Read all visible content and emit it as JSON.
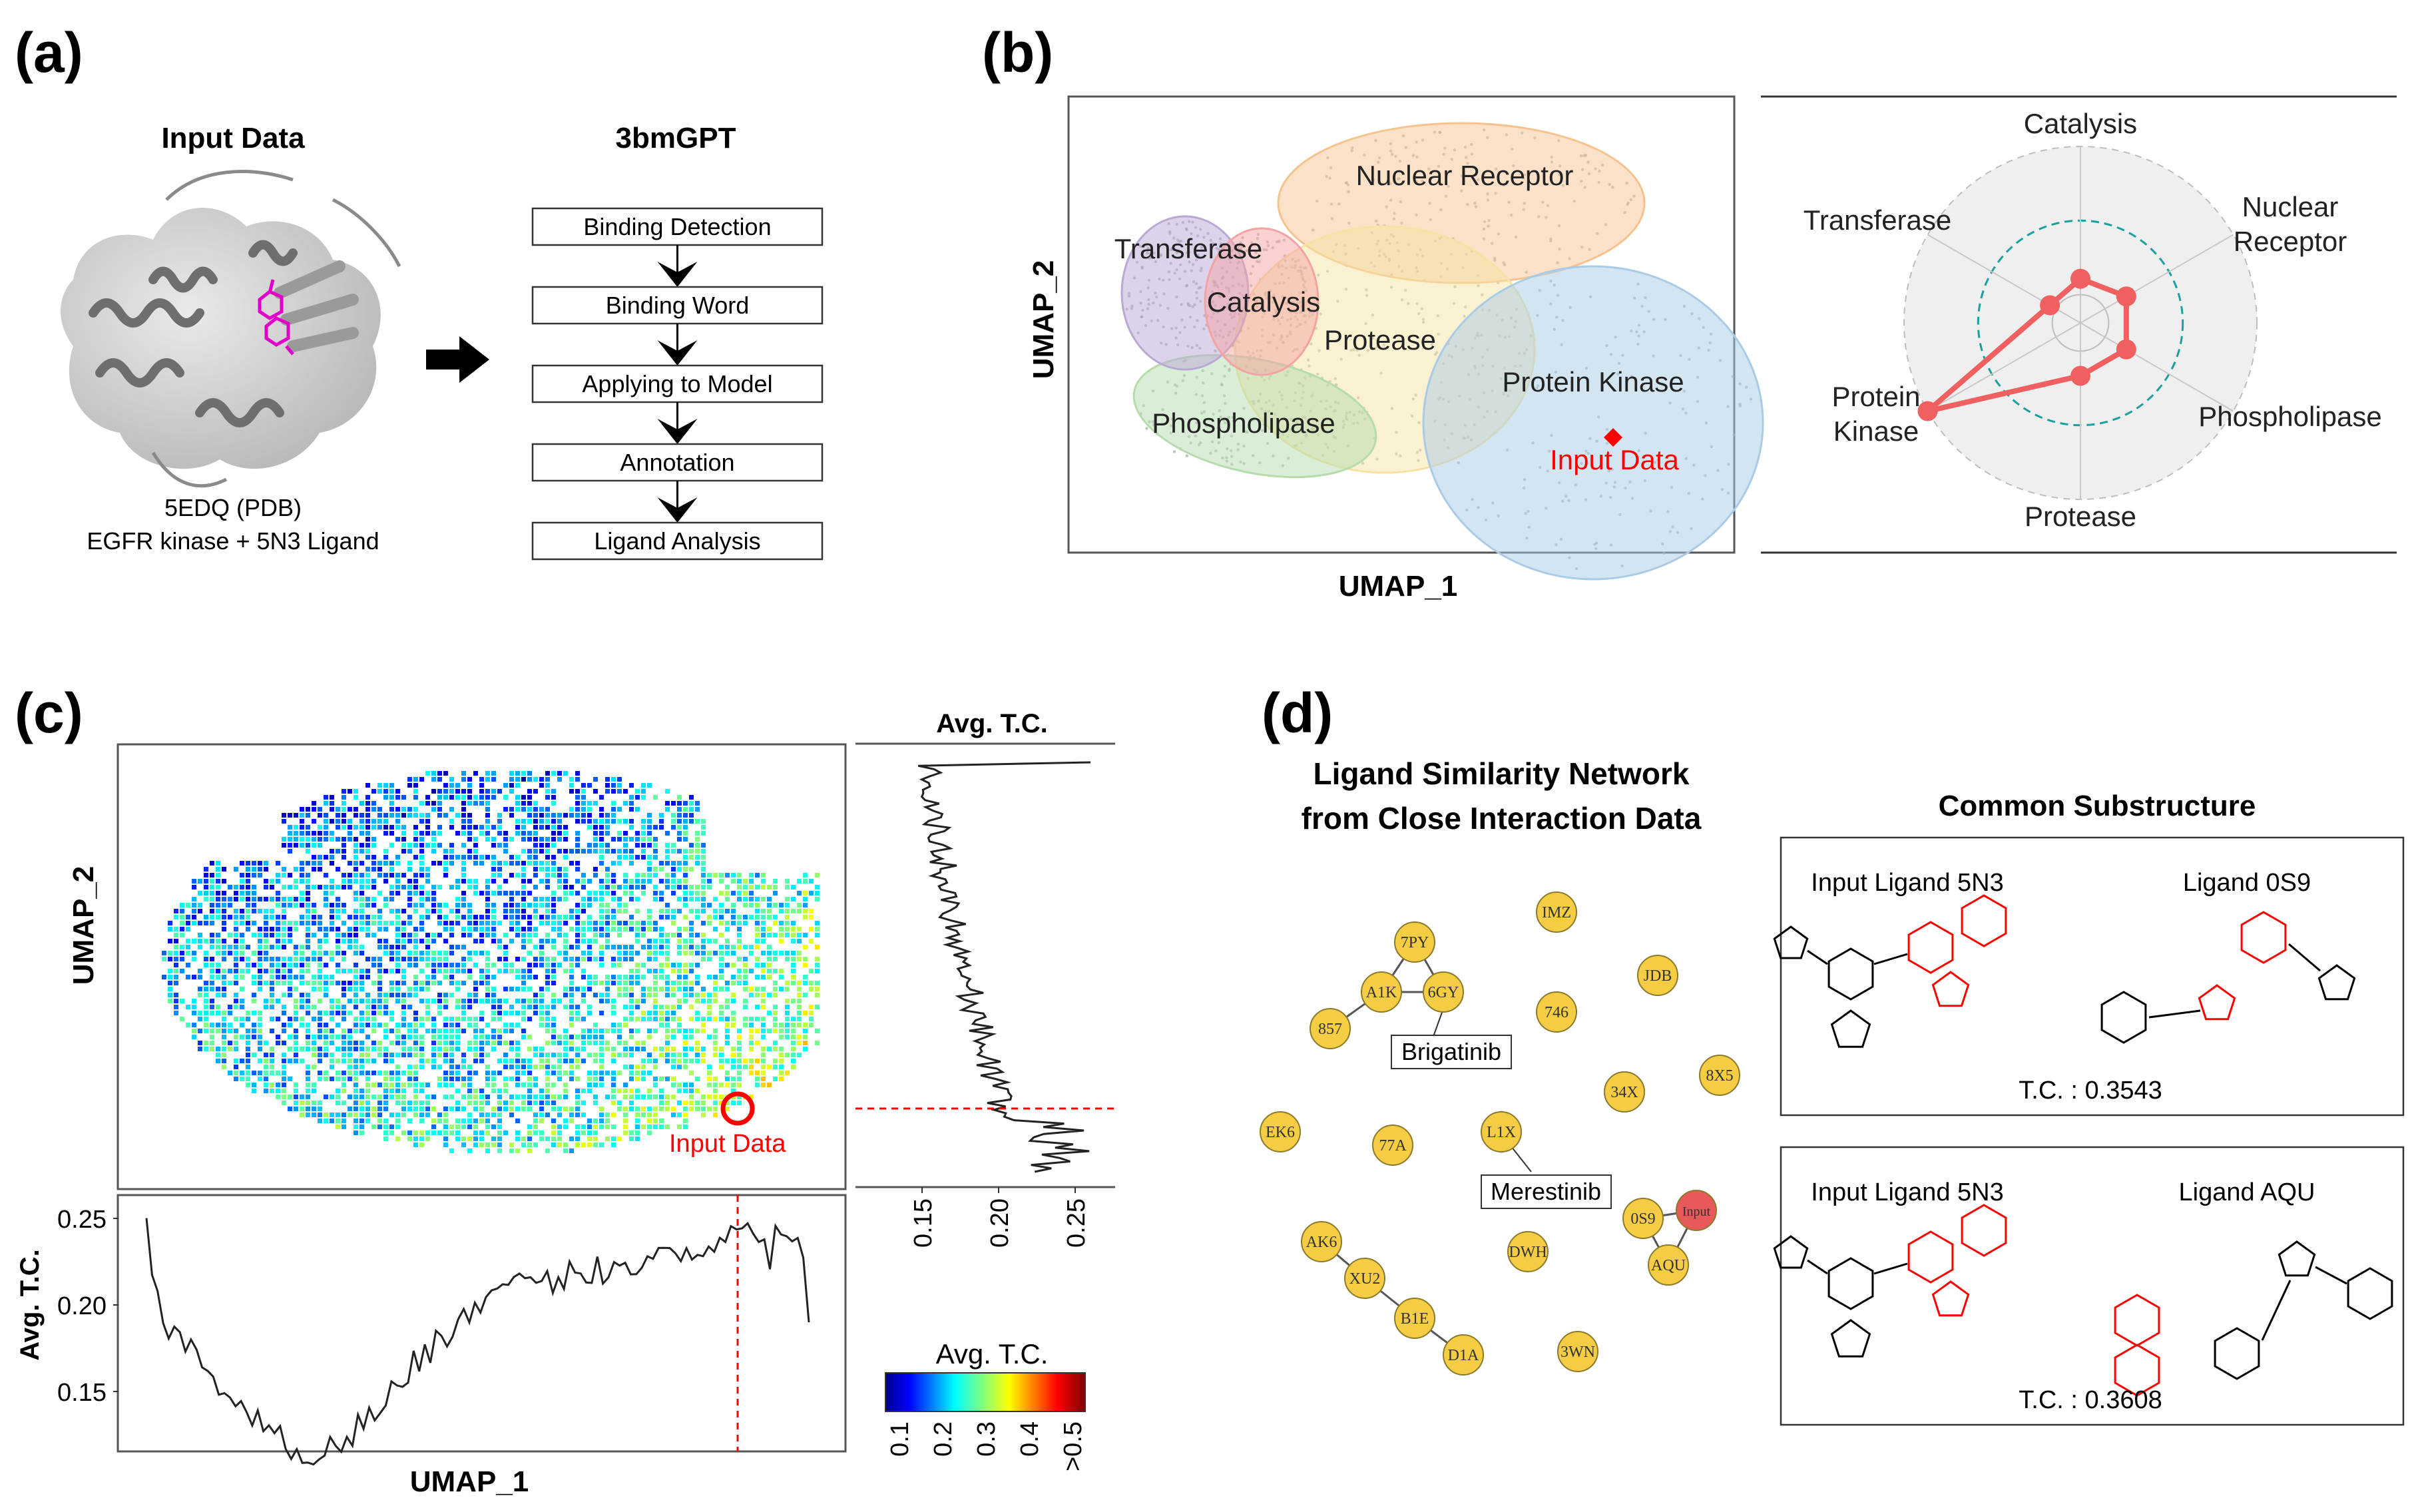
{
  "panels": {
    "a": "(a)",
    "b": "(b)",
    "c": "(c)",
    "d": "(d)"
  },
  "a": {
    "input_title": "Input Data",
    "pdb_line1": "5EDQ (PDB)",
    "pdb_line2": "EGFR kinase + 5N3 Ligand",
    "model_title": "3bmGPT",
    "steps": [
      "Binding Detection",
      "Binding Word",
      "Applying to Model",
      "Annotation",
      "Ligand Analysis"
    ]
  },
  "b": {
    "xlabel": "UMAP_1",
    "ylabel": "UMAP_2",
    "clusters": [
      {
        "name": "Nuclear Receptor",
        "color": "#f6c38f"
      },
      {
        "name": "Transferase",
        "color": "#b9a8d6"
      },
      {
        "name": "Catalysis",
        "color": "#f3a3a3"
      },
      {
        "name": "Protease",
        "color": "#f6e3a3"
      },
      {
        "name": "Protein Kinase",
        "color": "#a9cbe6"
      },
      {
        "name": "Phospholipase",
        "color": "#b6dcae"
      }
    ],
    "input_label": "Input Data",
    "input_color": "#ff0000",
    "radar": {
      "axes": [
        "Catalysis",
        "Nuclear Receptor",
        "Phospholipase",
        "Protease",
        "Protein Kinase",
        "Transferase"
      ],
      "values": [
        0.25,
        0.3,
        0.3,
        0.3,
        1.0,
        0.2
      ],
      "line_color": "#f06060"
    }
  },
  "c": {
    "xlabel": "UMAP_1",
    "ylabel": "UMAP_2",
    "input_label": "Input Data",
    "side_title": "Avg. T.C.",
    "bottom_ylabel": "Avg. T.C.",
    "bottom_yticks": [
      "0.25",
      "0.20",
      "0.15"
    ],
    "side_xticks": [
      "0.15",
      "0.20",
      "0.25"
    ],
    "colorbar_title": "Avg. T.C.",
    "colorbar_ticks": [
      "0.1",
      "0.2",
      "0.3",
      "0.4",
      ">0.5"
    ]
  },
  "d": {
    "network_title_line1": "Ligand Similarity Network",
    "network_title_line2": "from Close Interaction Data",
    "nodes": [
      "7PY",
      "A1K",
      "6GY",
      "857",
      "IMZ",
      "JDB",
      "746",
      "8X5",
      "34X",
      "EK6",
      "77A",
      "L1X",
      "0S9",
      "Input",
      "AQU",
      "AK6",
      "XU2",
      "B1E",
      "D1A",
      "DWH",
      "3WN"
    ],
    "callouts": [
      "Brigatinib",
      "Merestinib"
    ],
    "node_color": "#f5cd45",
    "input_node_color": "#e85a5a",
    "substructure_title": "Common Substructure",
    "cards": [
      {
        "left": "Input Ligand 5N3",
        "right": "Ligand 0S9",
        "tc": "T.C. : 0.3543"
      },
      {
        "left": "Input Ligand 5N3",
        "right": "Ligand AQU",
        "tc": "T.C. : 0.3608"
      }
    ]
  }
}
